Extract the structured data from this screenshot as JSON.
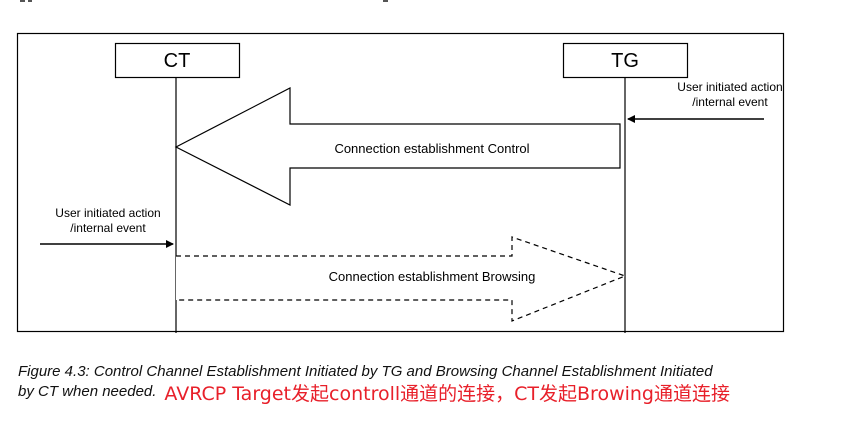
{
  "diagram": {
    "participants": {
      "left": "CT",
      "right": "TG"
    },
    "messages": {
      "control": "Connection establishment Control",
      "browsing": "Connection establishment Browsing"
    },
    "triggers": {
      "right": {
        "line1": "User initiated action",
        "line2": "/internal event"
      },
      "left": {
        "line1": "User initiated action",
        "line2": "/internal event"
      }
    }
  },
  "caption": {
    "text_line1": "Figure 4.3: Control Channel Establishment Initiated by TG and Browsing Channel Establishment Initiated",
    "text_line2": "by CT when needed.",
    "annotation": "AVRCP Target发起controll通道的连接，CT发起Browing通道连接"
  },
  "colors": {
    "annotation": "#e8202a",
    "line": "#000000"
  }
}
